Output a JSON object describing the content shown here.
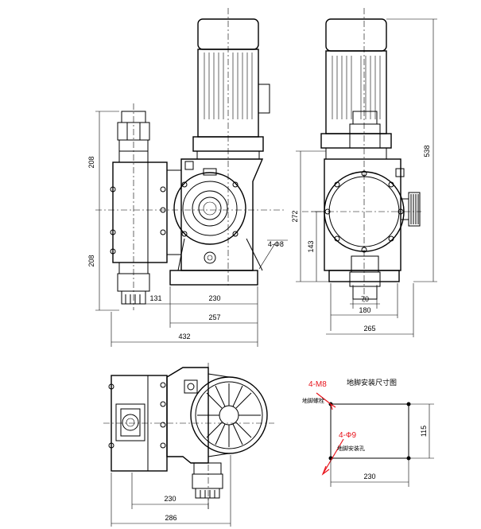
{
  "front_view": {
    "dim_height_upper": "208",
    "dim_height_lower": "208",
    "dim_131": "131",
    "dim_230": "230",
    "dim_257": "257",
    "dim_432": "432",
    "hole_note": "4-Ф8"
  },
  "side_view": {
    "dim_538": "538",
    "dim_272": "272",
    "dim_143": "143",
    "dim_70": "70",
    "dim_180": "180",
    "dim_265": "265"
  },
  "top_view": {
    "dim_230": "230",
    "dim_286": "286"
  },
  "foundation": {
    "title": "地脚安装尺寸图",
    "bolt_spec": "4-M8",
    "bolt_label": "地脚螺栓",
    "hole_spec": "4-Ф9",
    "hole_label": "地脚安装孔",
    "dim_115": "115",
    "dim_230": "230",
    "accent_color": "#e8141c"
  }
}
